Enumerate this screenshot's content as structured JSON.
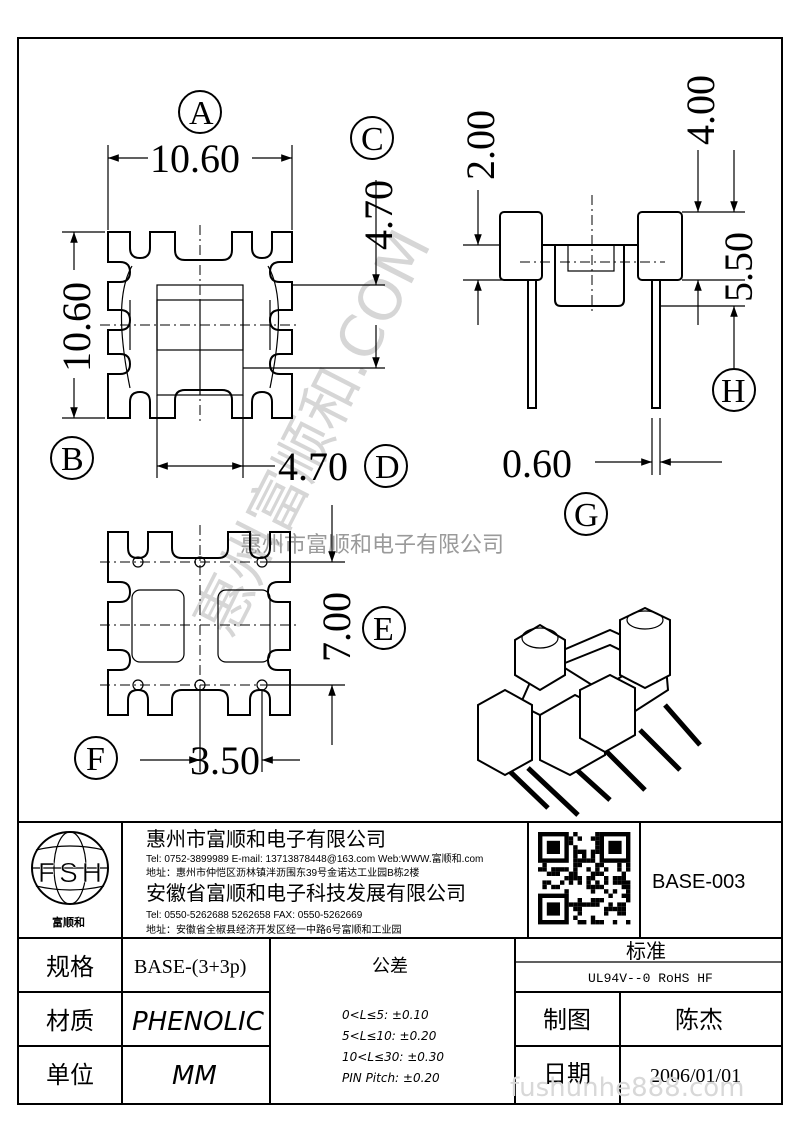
{
  "drawing": {
    "dims": {
      "a": "10.60",
      "b": "10.60",
      "c": "4.70",
      "d": "4.70",
      "e": "7.00",
      "f": "3.50",
      "g": "0.60",
      "h1": "2.00",
      "h2": "4.00",
      "h3": "5.50"
    },
    "labels": {
      "a": "A",
      "b": "B",
      "c": "C",
      "d": "D",
      "e": "E",
      "f": "F",
      "g": "G",
      "h": "H"
    }
  },
  "watermark": {
    "company": "惠州市富顺和电子有限公司",
    "diagonal": "惠州富顺和.COM",
    "bottom": "fushunhe888.com"
  },
  "title_block": {
    "logo": "FSH",
    "logo_caption": "富顺和",
    "company1": "惠州市富顺和电子有限公司",
    "company1_contact": "Tel: 0752-3899989  E-mail: 13713878448@163.com  Web:WWW.富顺和.com",
    "company1_address": "地址：惠州市仲恺区沥林镇泮沥围东39号金诺达工业园B栋2楼",
    "company2": "安徽省富顺和电子科技发展有限公司",
    "company2_contact": "Tel: 0550-5262688  5262658    FAX: 0550-5262669",
    "company2_address": "地址：安徽省全椒县经济开发区经一中路6号富顺和工业园",
    "part_no": "BASE-003",
    "spec_label": "规格",
    "spec_value": "BASE-(3+3p)",
    "material_label": "材质",
    "material_value": "PHENOLIC",
    "unit_label": "单位",
    "unit_value": "MM",
    "tolerance_label": "公差",
    "tolerances": [
      "0<L≤5: ±0.10",
      "5<L≤10: ±0.20",
      "10<L≤30: ±0.30",
      "PIN Pitch: ±0.20"
    ],
    "standard_label": "标准",
    "standard_value": "UL94V--0  RoHS HF",
    "drawn_label": "制图",
    "drawn_value": "陈杰",
    "date_label": "日期",
    "date_value": "2006/01/01"
  }
}
